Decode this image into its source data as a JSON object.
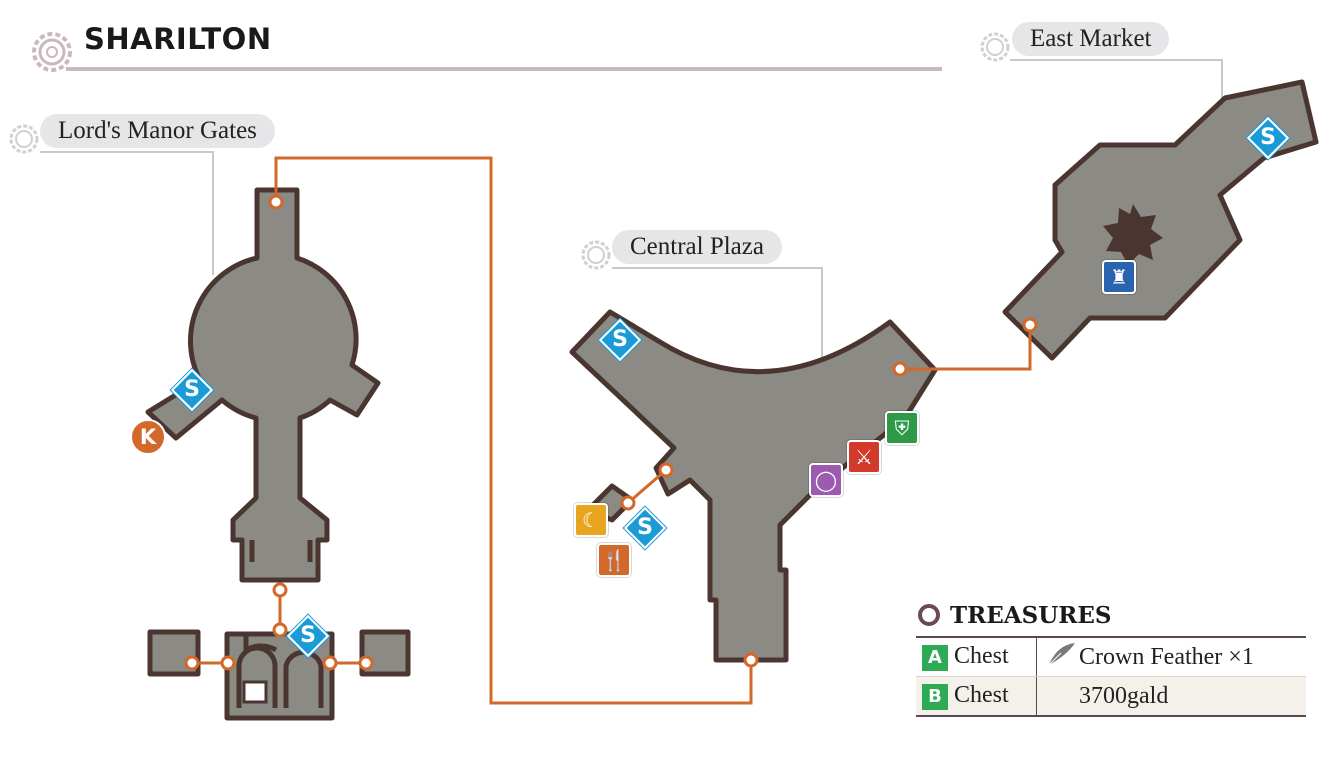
{
  "map": {
    "title": "SHARILTON",
    "areas": {
      "lords_manor_gates": "Lord's Manor Gates",
      "central_plaza": "Central Plaza",
      "east_market": "East Market"
    },
    "markers": {
      "save_letter": "S",
      "k_letter": "K"
    },
    "colors": {
      "floor": "#8c8a84",
      "wall": "#4a3530",
      "path": "#d2692a",
      "save": "#1a9ad6",
      "leader_line": "#c8c8cc"
    },
    "icons": [
      "inn-moon-icon",
      "restaurant-icon",
      "accessory-shop-icon",
      "weapon-shop-icon",
      "armor-shop-icon",
      "item-shop-icon",
      "gear-icon"
    ]
  },
  "treasures": {
    "heading": "TREASURES",
    "rows": [
      {
        "badge": "A",
        "type": "Chest",
        "item": "Crown Feather ×1",
        "icon": "feather-icon"
      },
      {
        "badge": "B",
        "type": "Chest",
        "item": "3700gald",
        "icon": ""
      }
    ]
  }
}
